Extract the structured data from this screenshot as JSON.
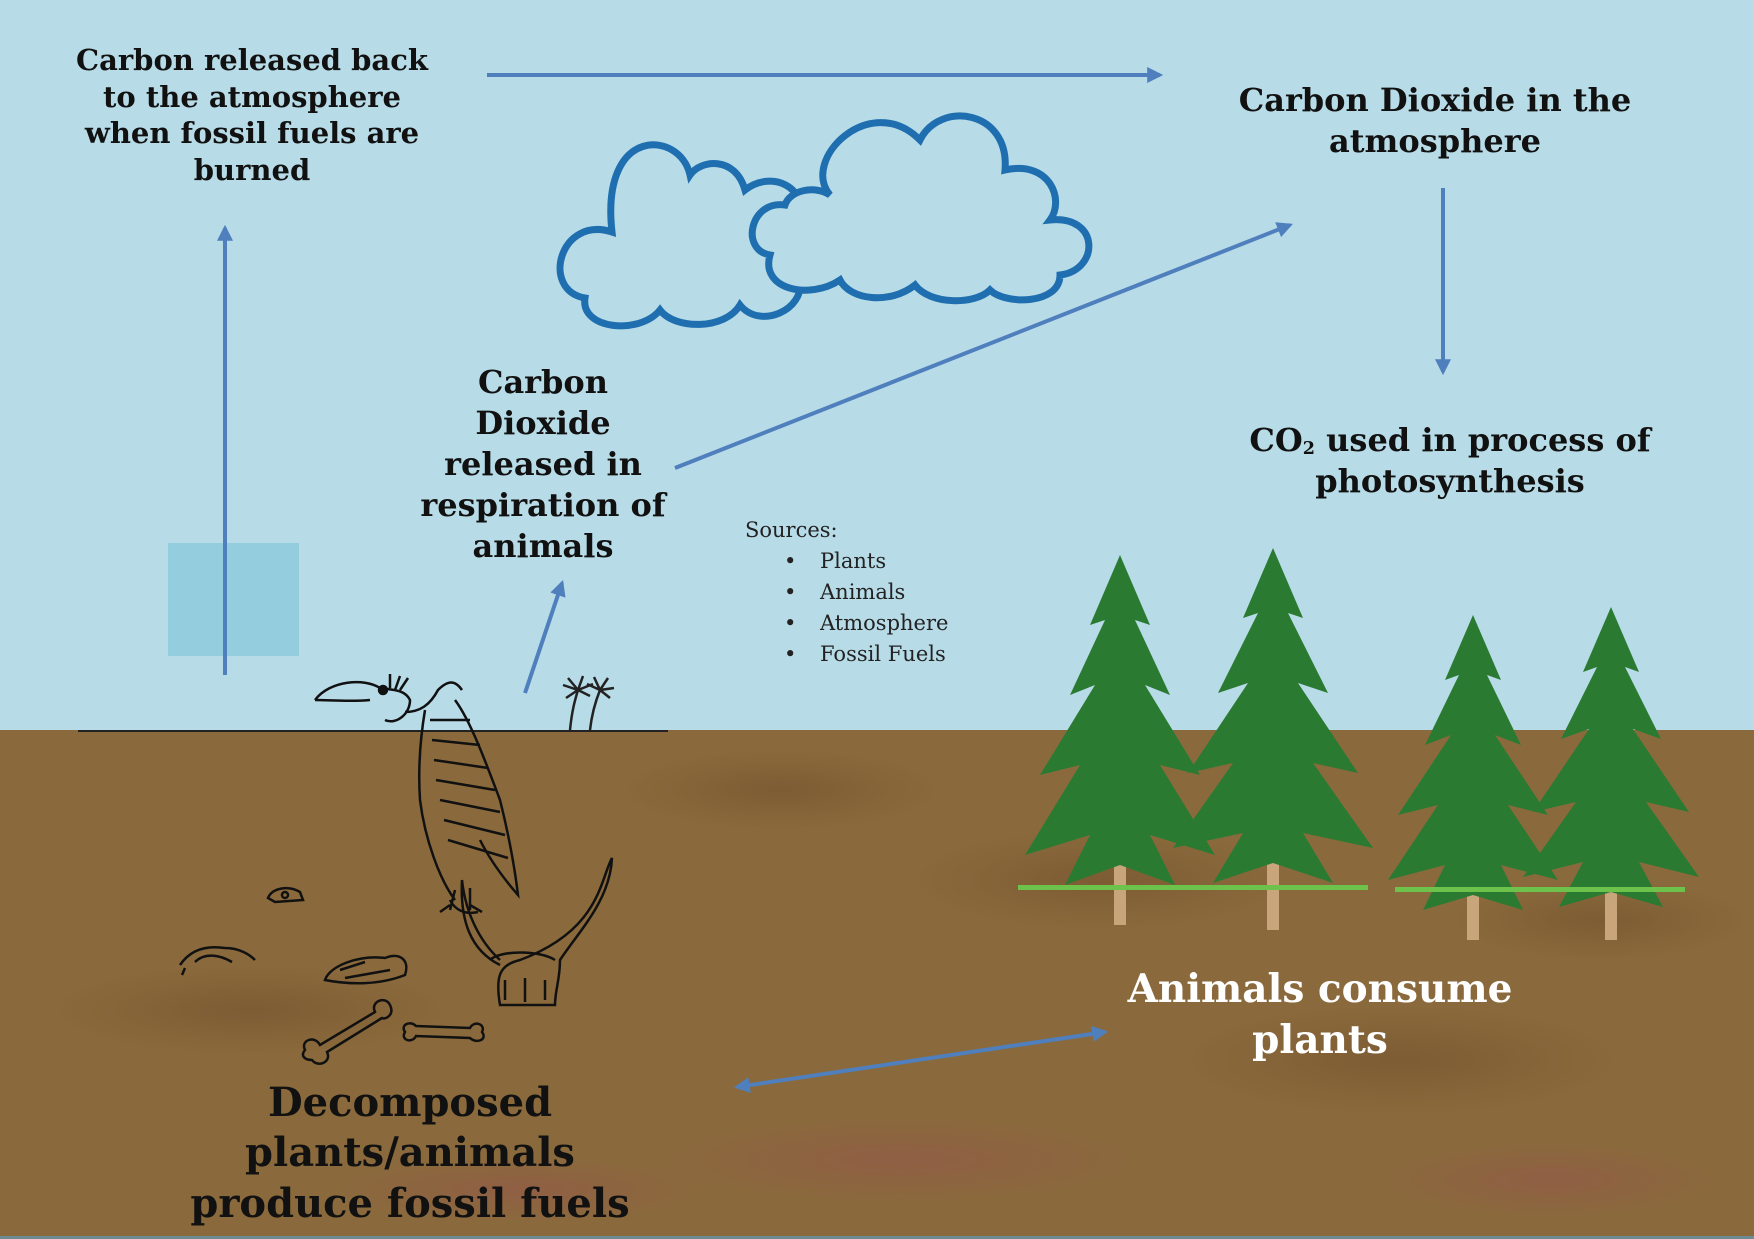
{
  "labels": {
    "released_back": [
      "Carbon released back",
      "to the atmosphere",
      "when fossil fuels are",
      "burned"
    ],
    "co2_atmosphere": [
      "Carbon Dioxide in the",
      "atmosphere"
    ],
    "co2_respiration": [
      "Carbon",
      "Dioxide",
      "released in",
      "respiration of",
      "animals"
    ],
    "photosynthesis": {
      "prefix": "CO",
      "subscript": "2",
      "line1_rest": " used in process of",
      "line2": "photosynthesis"
    },
    "consume": [
      "Animals consume",
      "plants"
    ],
    "decomposed": [
      "Decomposed plants/animals",
      "produce fossil fuels"
    ]
  },
  "sources": {
    "heading": "Sources:",
    "items": [
      "Plants",
      "Animals",
      "Atmosphere",
      "Fossil Fuels"
    ]
  },
  "colors": {
    "sky": "#b7dbe7",
    "soil": "#8a6a3c",
    "arrow": "#4f7fbd",
    "cloud": "#1f6fb0",
    "tree": "#2b7a32",
    "trunk": "#c8a57a",
    "grass": "#6cc24a"
  },
  "icons": [
    "cloud-icon",
    "tree-icon",
    "vulture-icon",
    "bone-icon",
    "skull-icon",
    "palm-tree-icon"
  ]
}
